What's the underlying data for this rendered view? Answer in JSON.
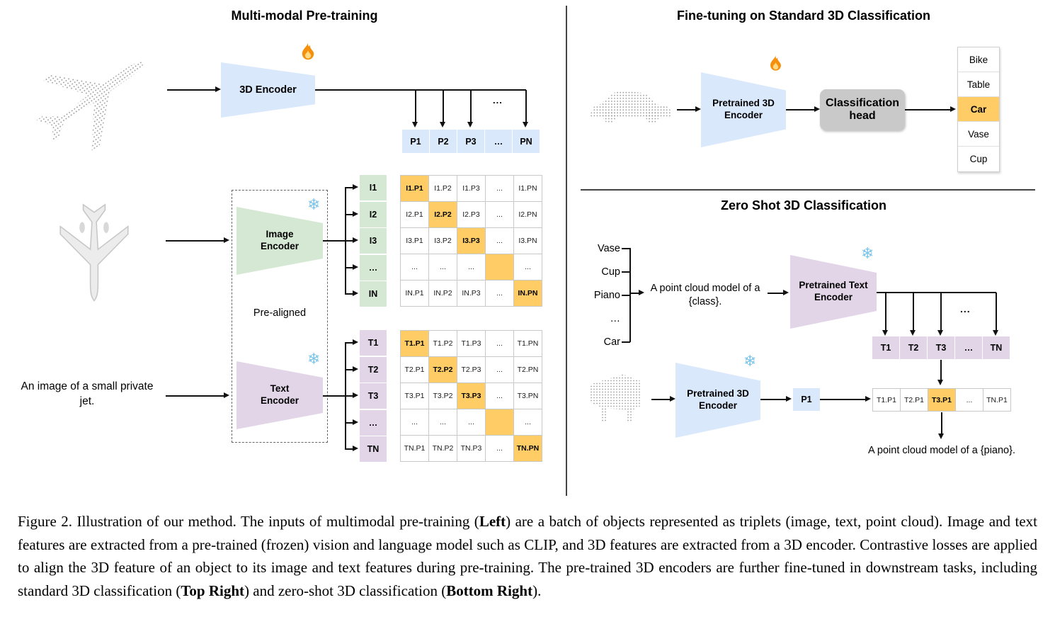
{
  "colors": {
    "encoder_blue": "#dae8fc",
    "encoder_green": "#d5e8d4",
    "encoder_purple": "#e1d5e7",
    "highlight_orange": "#ffcc66",
    "head_gray": "#c9c9c9"
  },
  "icons": {
    "fire_meaning": "trainable",
    "snowflake_meaning": "frozen",
    "snowflake_glyph": "❄"
  },
  "left": {
    "title": "Multi-modal Pre-training",
    "encoder_3d_label": "3D Encoder",
    "image_encoder_label": "Image Encoder",
    "text_encoder_label": "Text Encoder",
    "pre_aligned": "Pre-aligned",
    "caption_text_input": "An image of a small private jet.",
    "ellipsis": "...",
    "p_row": [
      "P1",
      "P2",
      "P3",
      "…",
      "PN"
    ],
    "i_col": [
      "I1",
      "I2",
      "I3",
      "…",
      "IN"
    ],
    "t_col": [
      "T1",
      "T2",
      "T3",
      "…",
      "TN"
    ],
    "image_matrix": [
      [
        "I1.P1",
        "I1.P2",
        "I1.P3",
        "...",
        "I1.PN"
      ],
      [
        "I2.P1",
        "I2.P2",
        "I2.P3",
        "...",
        "I2.PN"
      ],
      [
        "I3.P1",
        "I3.P2",
        "I3.P3",
        "...",
        "I3.PN"
      ],
      [
        "...",
        "...",
        "...",
        "",
        "..."
      ],
      [
        "IN.P1",
        "IN.P2",
        "IN.P3",
        "...",
        "IN.PN"
      ]
    ],
    "text_matrix": [
      [
        "T1.P1",
        "T1.P2",
        "T1.P3",
        "...",
        "T1.PN"
      ],
      [
        "T2.P1",
        "T2.P2",
        "T2.P3",
        "...",
        "T2.PN"
      ],
      [
        "T3.P1",
        "T3.P2",
        "T3.P3",
        "...",
        "T3.PN"
      ],
      [
        "...",
        "...",
        "...",
        "",
        "..."
      ],
      [
        "TN.P1",
        "TN.P2",
        "TN.P3",
        "...",
        "TN.PN"
      ]
    ]
  },
  "top_right": {
    "title": "Fine-tuning on Standard 3D Classification",
    "encoder_label": "Pretrained 3D Encoder",
    "head_label": "Classification head",
    "classes": [
      "Bike",
      "Table",
      "Car",
      "Vase",
      "Cup"
    ],
    "predicted_class": "Car"
  },
  "bottom_right": {
    "title": "Zero Shot 3D Classification",
    "class_prompts": [
      "Vase",
      "Cup",
      "Piano",
      "…",
      "Car"
    ],
    "prompt_text": "A point cloud model of a {class}.",
    "text_encoder_label": "Pretrained Text Encoder",
    "encoder_3d_label": "Pretrained 3D Encoder",
    "p_cell": "P1",
    "t_row": [
      "T1",
      "T2",
      "T3",
      "…",
      "TN"
    ],
    "result_row": [
      "T1.P1",
      "T2.P1",
      "T3.P1",
      "...",
      "TN.P1"
    ],
    "predicted": "T3.P1",
    "ellipsis": "...",
    "result_text": "A point cloud model of a {piano}."
  },
  "caption": {
    "segments": [
      {
        "text": "Figure 2. Illustration of our method. The inputs of multimodal pre-training (",
        "bold": false
      },
      {
        "text": "Left",
        "bold": true
      },
      {
        "text": ") are a batch of objects represented as triplets (image, text, point cloud). Image and text features are extracted from a pre-trained (frozen) vision and language model such as CLIP, and 3D features are extracted from a 3D encoder. Contrastive losses are applied to align the 3D feature of an object to its image and text features during pre-training. The pre-trained 3D encoders are further fine-tuned in downstream tasks, including standard 3D classification (",
        "bold": false
      },
      {
        "text": "Top Right",
        "bold": true
      },
      {
        "text": ") and zero-shot 3D classification (",
        "bold": false
      },
      {
        "text": "Bottom Right",
        "bold": true
      },
      {
        "text": ").",
        "bold": false
      }
    ]
  }
}
